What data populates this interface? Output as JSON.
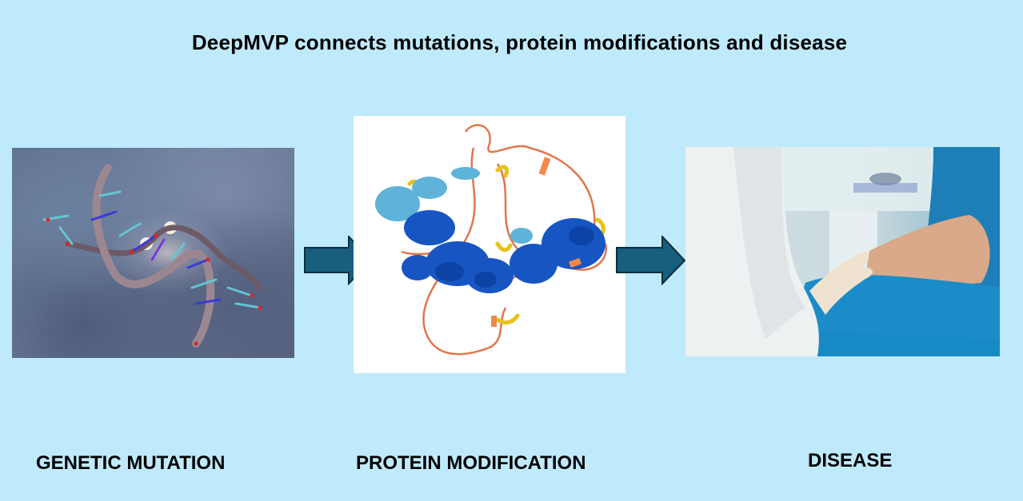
{
  "title": "DeepMVP connects mutations, protein modifications and disease",
  "stages": [
    {
      "label": "GENETIC MUTATION",
      "image": "dna-double-helix-image"
    },
    {
      "label": "PROTEIN MODIFICATION",
      "image": "protein-structure-image"
    },
    {
      "label": "DISEASE",
      "image": "doctor-patient-image"
    }
  ],
  "arrows": [
    {
      "from": "GENETIC MUTATION",
      "to": "PROTEIN MODIFICATION",
      "icon": "right-arrow-icon"
    },
    {
      "from": "PROTEIN MODIFICATION",
      "to": "DISEASE",
      "icon": "right-arrow-icon"
    }
  ],
  "colors": {
    "background": "#bfeafb",
    "arrow_fill": "#185e7d",
    "arrow_stroke": "#0b2d3e",
    "text": "#000000"
  }
}
